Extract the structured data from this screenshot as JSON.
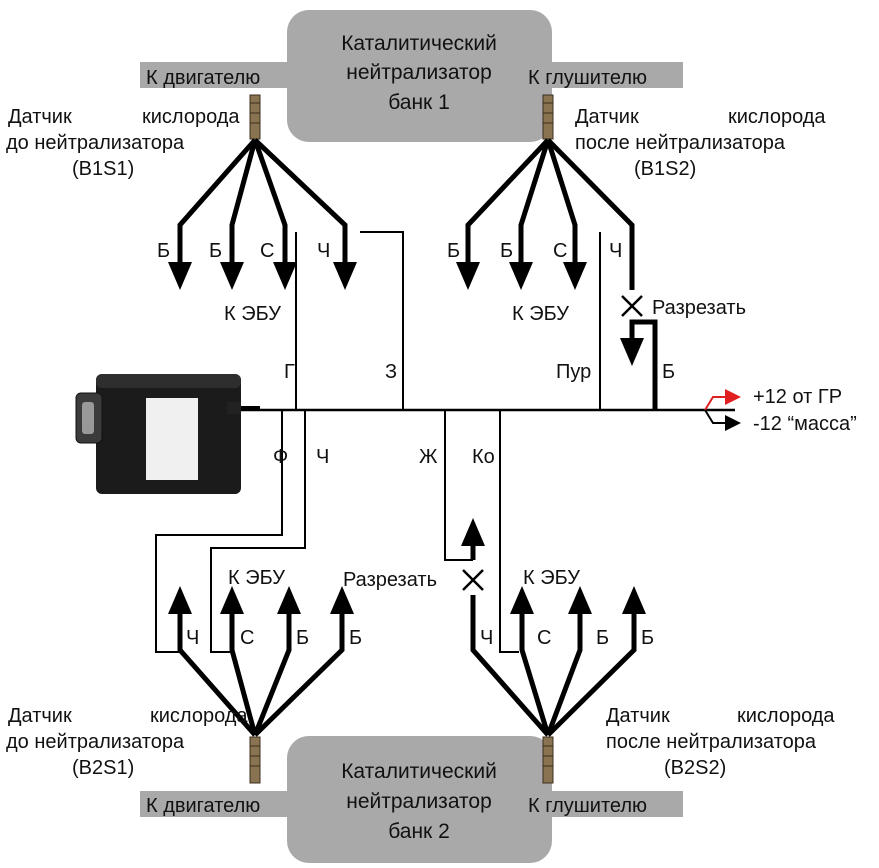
{
  "top": {
    "catalyst": [
      "Каталитический",
      "нейтрализатор",
      "банк 1"
    ],
    "pipe_left": "К двигателю",
    "pipe_right": "К глушителю",
    "sensor_left": {
      "line1a": "Датчик",
      "line1b": "кислорода",
      "line2": "до нейтрализатора",
      "line3": "(B1S1)"
    },
    "sensor_right": {
      "line1a": "Датчик",
      "line1b": "кислорода",
      "line2": "после нейтрализатора",
      "line3": "(B1S2)"
    },
    "left_wires": [
      "Б",
      "Б",
      "С",
      "Ч"
    ],
    "right_wires": [
      "Б",
      "Б",
      "С",
      "Ч"
    ],
    "to_ecu_left": "К ЭБУ",
    "to_ecu_right": "К ЭБУ",
    "cut": "Разрезать"
  },
  "bottom": {
    "catalyst": [
      "Каталитический",
      "нейтрализатор",
      "банк 2"
    ],
    "pipe_left": "К двигателю",
    "pipe_right": "К глушителю",
    "sensor_left": {
      "line1a": "Датчик",
      "line1b": "кислорода",
      "line2": "до нейтрализатора",
      "line3": "(B2S1)"
    },
    "sensor_right": {
      "line1a": "Датчик",
      "line1b": "кислорода",
      "line2": "после нейтрализатора",
      "line3": "(B2S2)"
    },
    "left_wires": [
      "Ч",
      "С",
      "Б",
      "Б"
    ],
    "right_wires": [
      "Ч",
      "С",
      "Б",
      "Б"
    ],
    "to_ecu_left": "К ЭБУ",
    "to_ecu_right": "К ЭБУ",
    "cut": "Разрезать"
  },
  "harness": {
    "g": "Г",
    "z": "З",
    "pur": "Пур",
    "b": "Б",
    "f": "Ф",
    "ch": "Ч",
    "zh": "Ж",
    "ko": "Ко",
    "power_plus": "+12 от ГР",
    "power_minus": "-12 “масса”",
    "plus_color": "#e02020"
  }
}
